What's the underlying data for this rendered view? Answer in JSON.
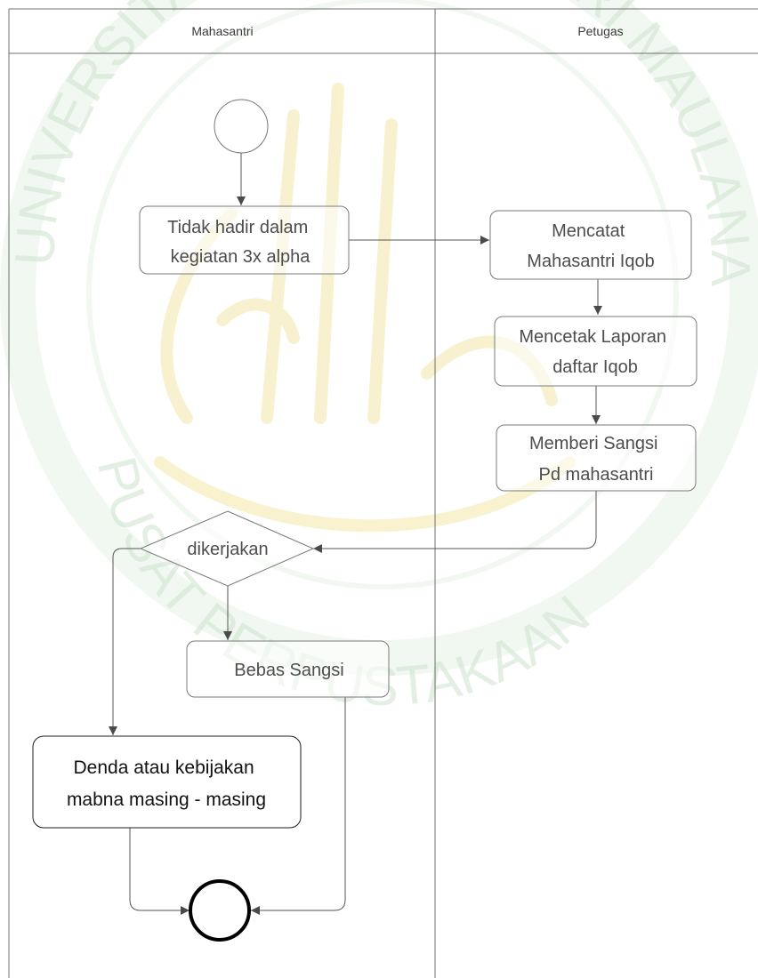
{
  "lanes": {
    "left": {
      "title": "Mahasantri"
    },
    "right": {
      "title": "Petugas"
    }
  },
  "nodes": {
    "tidak_hadir": {
      "lines": [
        "Tidak hadir dalam",
        "kegiatan 3x alpha"
      ]
    },
    "mencatat": {
      "lines": [
        "Mencatat",
        "Mahasantri Iqob"
      ]
    },
    "mencetak": {
      "lines": [
        "Mencetak Laporan",
        "daftar Iqob"
      ]
    },
    "memberi": {
      "lines": [
        "Memberi Sangsi",
        "Pd mahasantri"
      ]
    },
    "decision": {
      "label": "dikerjakan"
    },
    "bebas": {
      "label": "Bebas Sangsi"
    },
    "denda": {
      "lines": [
        "Denda atau kebijakan",
        "mabna masing - masing"
      ]
    }
  },
  "watermark": {
    "arc_top": "UNIVERSITAS ISLAM NEGERI MAULANA MALIK IBRAHIM",
    "arc_bottom": "PUSAT PERPUSTAKAAN"
  },
  "colors": {
    "line": "#5a5a5a",
    "border": "#7a7a7a",
    "watermark_green": "#cfe3cf",
    "watermark_gold": "#f2e7a8"
  }
}
